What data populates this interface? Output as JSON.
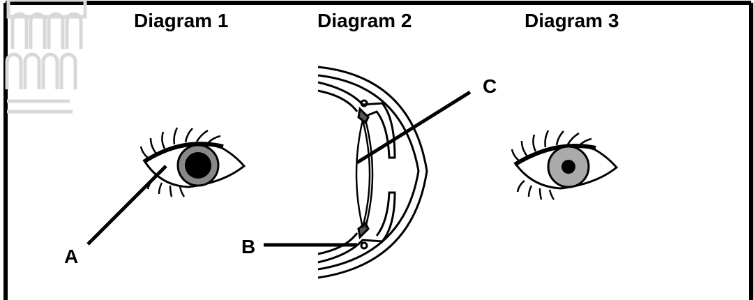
{
  "titles": {
    "diagram1": "Diagram 1",
    "diagram2": "Diagram 2",
    "diagram3": "Diagram 3"
  },
  "labels": {
    "a": "A",
    "b": "B",
    "c": "C"
  },
  "colors": {
    "line": "#000000",
    "iris_dark": "#888888",
    "iris_light": "#aaaaaa",
    "watermark": "#d8d8d8"
  }
}
